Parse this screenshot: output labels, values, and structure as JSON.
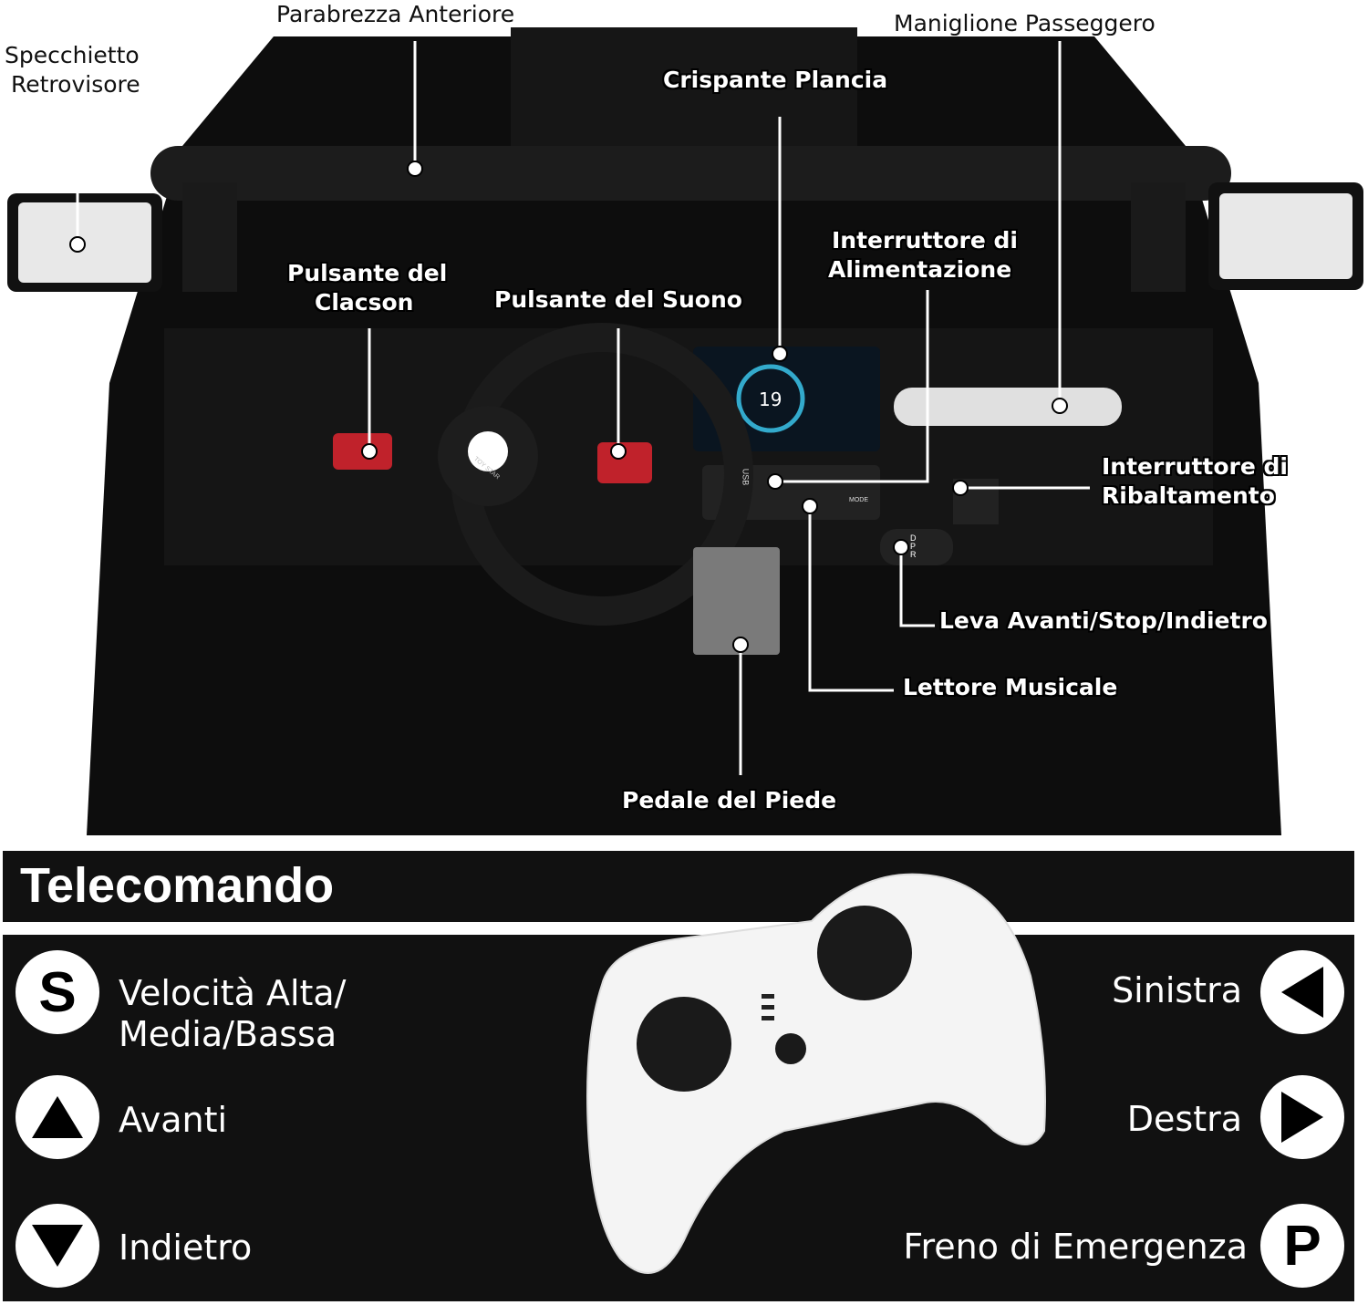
{
  "callouts": {
    "windshield": "Parabrezza Anteriore",
    "mirror_1": "Specchietto",
    "mirror_2": "Retrovisore",
    "handle": "Maniglione Passeggero",
    "dashboard": "Crispante Plancia",
    "power_1": "Interruttore di",
    "power_2": "Alimentazione",
    "horn_1": "Pulsante del",
    "horn_2": "Clacson",
    "sound": "Pulsante del Suono",
    "tilt_1": "Interruttore di",
    "tilt_2": "Ribaltamento",
    "lever": "Leva Avanti/Stop/Indietro",
    "music": "Lettore Musicale",
    "pedal": "Pedale del Piede"
  },
  "dash": {
    "speed": "19",
    "gear_letters": "D P R",
    "usb": "USB",
    "mode": "MODE",
    "brand": "TOY STAR"
  },
  "remote": {
    "title": "Telecomando",
    "left": [
      {
        "icon": "S",
        "line1": "Velocità Alta/",
        "line2": "Media/Bassa"
      },
      {
        "icon": "up-triangle",
        "line1": "Avanti"
      },
      {
        "icon": "down-triangle",
        "line1": "Indietro"
      }
    ],
    "right": [
      {
        "icon": "left-triangle",
        "line1": "Sinistra"
      },
      {
        "icon": "right-triangle",
        "line1": "Destra"
      },
      {
        "icon": "P",
        "line1": "Freno di Emergenza"
      }
    ]
  }
}
